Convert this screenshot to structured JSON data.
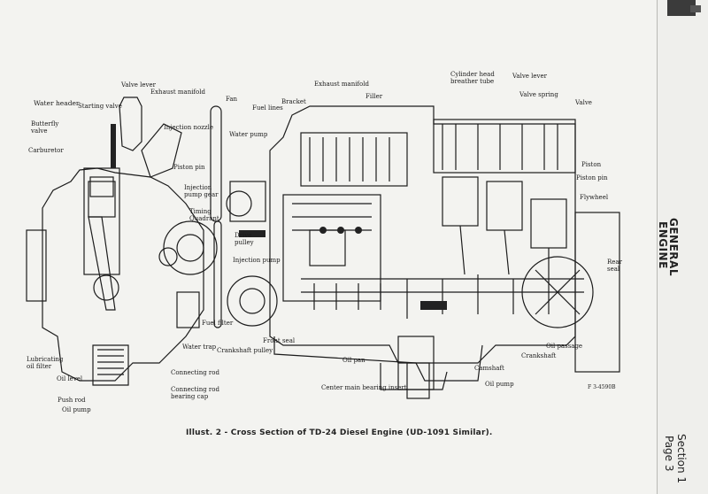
{
  "document": {
    "caption": "Illust. 2 - Cross Section of TD-24 Diesel Engine (UD-1091 Similar).",
    "section_header": [
      "GENERAL",
      "ENGINE"
    ],
    "section_label": "Section 1",
    "page_label": "Page 3",
    "figure_code": "F 3-4590B"
  },
  "labels": {
    "water_header": "Water header",
    "starting_valve": "Starting valve",
    "valve_lever_left": "Valve lever",
    "exhaust_manifold_left": "Exhaust manifold",
    "fan": "Fan",
    "bracket": "Bracket",
    "exhaust_manifold_center": "Exhaust manifold",
    "filler": "Filler",
    "cylinder_head_breather": "Cylinder head\nbreather tube",
    "valve_lever_right": "Valve lever",
    "valve_spring": "Valve spring",
    "valve": "Valve",
    "butterfly_valve": "Butterfly\nvalve",
    "injection_nozzle": "Injection nozzle",
    "fuel_lines": "Fuel lines",
    "water_pump": "Water pump",
    "carburetor": "Carburetor",
    "piston_pin_left": "Piston pin",
    "injection_pump_gear": "Injection\npump gear",
    "timing_quadrant": "Timing\nQuadrant",
    "piston_right": "Piston",
    "piston_pin_right": "Piston pin",
    "flywheel": "Flywheel",
    "drive_pulley": "Drive\npulley",
    "injection_pump": "Injection pump",
    "rear_seal": "Rear\nseal",
    "fuel_filter": "Fuel filter",
    "water_trap": "Water trap",
    "front_seal": "Front seal",
    "crankshaft_pulley": "Crankshaft pulley",
    "oil_passage": "Oil passage",
    "crankshaft": "Crankshaft",
    "lubricating_oil_filter": "Lubricating\noil filter",
    "oil_level": "Oil level",
    "connecting_rod": "Connecting rod",
    "oil_pan": "Oil pan",
    "camshaft": "Camshaft",
    "connecting_rod_bearing_cap": "Connecting rod\nbearing cap",
    "center_main_bearing_insert": "Center main bearing insert",
    "oil_pump_right": "Oil pump",
    "push_rod": "Push rod",
    "oil_pump_left": "Oil pump"
  }
}
